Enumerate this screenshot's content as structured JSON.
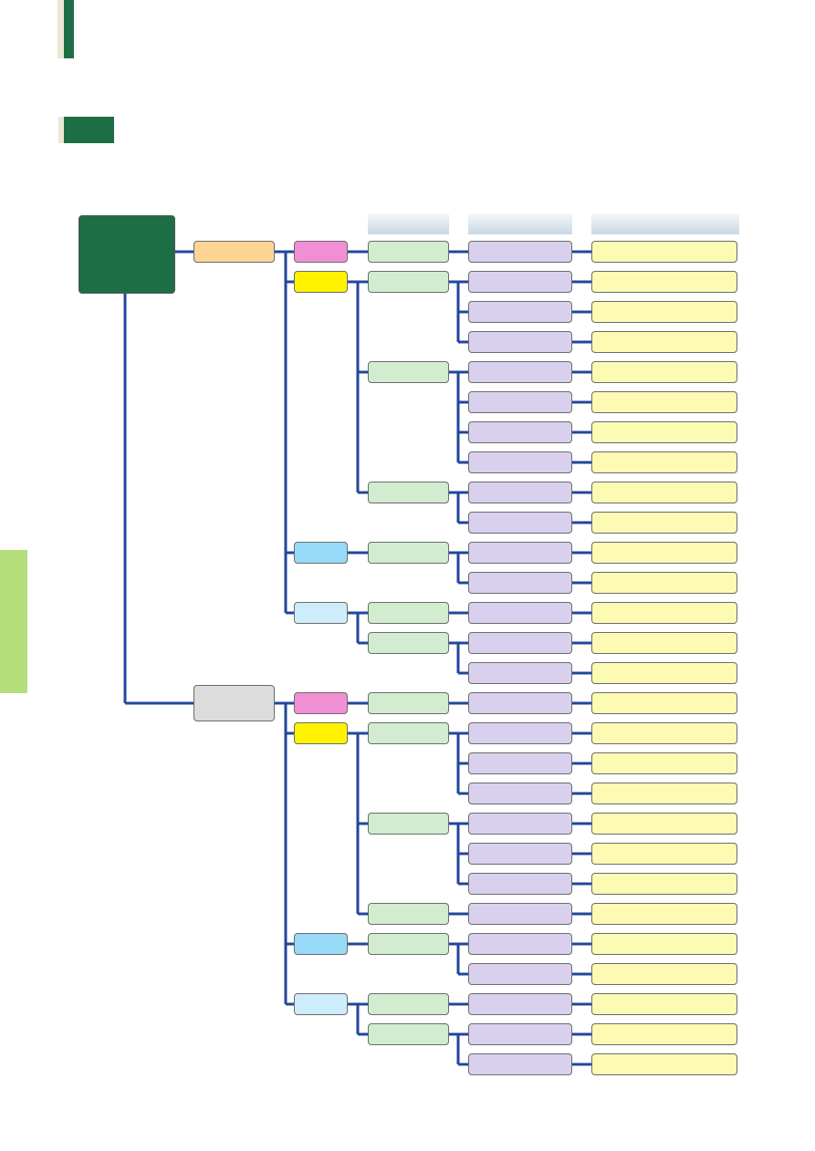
{
  "colors": {
    "primary_green": "#1e6e45",
    "header_cream": "#ebe8d4",
    "side_tab_green": "#b4de7a",
    "connector_blue": "#21469c",
    "node_orange": "#fcd595",
    "node_gray": "#dcdcdc",
    "node_pink": "#f08fd3",
    "node_yellow": "#fff200",
    "node_blue": "#97daf7",
    "node_lightblue": "#cdedfb",
    "node_green": "#d1eccf",
    "node_lavender": "#d9d0ee",
    "node_paleyellow": "#fdfab4",
    "column_header_gradient": [
      "#f5f8fb",
      "#cad7e3"
    ]
  },
  "diagram": {
    "root": {
      "label": ""
    },
    "column_headers": [
      "",
      "",
      ""
    ],
    "branches": [
      {
        "label": "",
        "color": "orange",
        "groups": [
          {
            "label": "",
            "color": "pink",
            "items": [
              {
                "label": "",
                "children": [
                  {
                    "label": "",
                    "detail": ""
                  }
                ]
              }
            ]
          },
          {
            "label": "",
            "color": "yellow",
            "items": [
              {
                "label": "",
                "children": [
                  {
                    "label": "",
                    "detail": ""
                  },
                  {
                    "label": "",
                    "detail": ""
                  },
                  {
                    "label": "",
                    "detail": ""
                  }
                ]
              },
              {
                "label": "",
                "children": [
                  {
                    "label": "",
                    "detail": ""
                  },
                  {
                    "label": "",
                    "detail": ""
                  },
                  {
                    "label": "",
                    "detail": ""
                  },
                  {
                    "label": "",
                    "detail": ""
                  }
                ]
              },
              {
                "label": "",
                "children": [
                  {
                    "label": "",
                    "detail": ""
                  },
                  {
                    "label": "",
                    "detail": ""
                  }
                ]
              }
            ]
          },
          {
            "label": "",
            "color": "blue",
            "items": [
              {
                "label": "",
                "children": [
                  {
                    "label": "",
                    "detail": ""
                  },
                  {
                    "label": "",
                    "detail": ""
                  }
                ]
              }
            ]
          },
          {
            "label": "",
            "color": "lightblue",
            "items": [
              {
                "label": "",
                "children": [
                  {
                    "label": "",
                    "detail": ""
                  }
                ]
              },
              {
                "label": "",
                "children": [
                  {
                    "label": "",
                    "detail": ""
                  },
                  {
                    "label": "",
                    "detail": ""
                  }
                ]
              }
            ]
          }
        ]
      },
      {
        "label": "",
        "color": "gray",
        "groups": [
          {
            "label": "",
            "color": "pink",
            "items": [
              {
                "label": "",
                "children": [
                  {
                    "label": "",
                    "detail": ""
                  }
                ]
              }
            ]
          },
          {
            "label": "",
            "color": "yellow",
            "items": [
              {
                "label": "",
                "children": [
                  {
                    "label": "",
                    "detail": ""
                  },
                  {
                    "label": "",
                    "detail": ""
                  },
                  {
                    "label": "",
                    "detail": ""
                  }
                ]
              },
              {
                "label": "",
                "children": [
                  {
                    "label": "",
                    "detail": ""
                  },
                  {
                    "label": "",
                    "detail": ""
                  },
                  {
                    "label": "",
                    "detail": ""
                  }
                ]
              },
              {
                "label": "",
                "children": [
                  {
                    "label": "",
                    "detail": ""
                  }
                ]
              }
            ]
          },
          {
            "label": "",
            "color": "blue",
            "items": [
              {
                "label": "",
                "children": [
                  {
                    "label": "",
                    "detail": ""
                  },
                  {
                    "label": "",
                    "detail": ""
                  }
                ]
              }
            ]
          },
          {
            "label": "",
            "color": "lightblue",
            "items": [
              {
                "label": "",
                "children": [
                  {
                    "label": "",
                    "detail": ""
                  }
                ]
              },
              {
                "label": "",
                "children": [
                  {
                    "label": "",
                    "detail": ""
                  },
                  {
                    "label": "",
                    "detail": ""
                  }
                ]
              }
            ]
          }
        ]
      }
    ]
  }
}
